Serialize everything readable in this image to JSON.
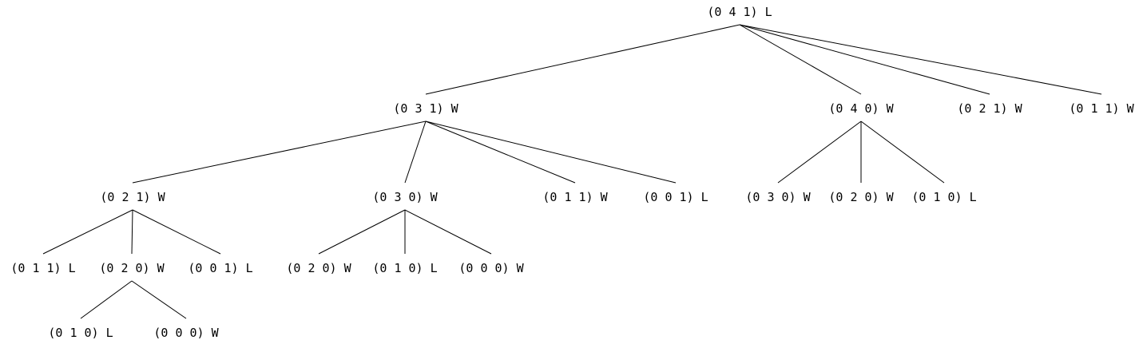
{
  "tree": {
    "nodes": [
      {
        "id": "n0",
        "label": "(0 4 1) L"
      },
      {
        "id": "n1",
        "label": "(0 3 1) W"
      },
      {
        "id": "n2",
        "label": "(0 4 0) W"
      },
      {
        "id": "n3",
        "label": "(0 2 1) W"
      },
      {
        "id": "n4",
        "label": "(0 1 1) W"
      },
      {
        "id": "n5",
        "label": "(0 2 1) W"
      },
      {
        "id": "n6",
        "label": "(0 3 0) W"
      },
      {
        "id": "n7",
        "label": "(0 1 1) W"
      },
      {
        "id": "n8",
        "label": "(0 0 1) L"
      },
      {
        "id": "n9",
        "label": "(0 3 0) W"
      },
      {
        "id": "n10",
        "label": "(0 2 0) W"
      },
      {
        "id": "n11",
        "label": "(0 1 0) L"
      },
      {
        "id": "n12",
        "label": "(0 1 1) L"
      },
      {
        "id": "n13",
        "label": "(0 2 0) W"
      },
      {
        "id": "n14",
        "label": "(0 0 1) L"
      },
      {
        "id": "n15",
        "label": "(0 2 0) W"
      },
      {
        "id": "n16",
        "label": "(0 1 0) L"
      },
      {
        "id": "n17",
        "label": "(0 0 0) W"
      },
      {
        "id": "n18",
        "label": "(0 1 0) L"
      },
      {
        "id": "n19",
        "label": "(0 0 0) W"
      }
    ],
    "edges": [
      [
        "n0",
        "n1"
      ],
      [
        "n0",
        "n2"
      ],
      [
        "n0",
        "n3"
      ],
      [
        "n0",
        "n4"
      ],
      [
        "n1",
        "n5"
      ],
      [
        "n1",
        "n6"
      ],
      [
        "n1",
        "n7"
      ],
      [
        "n1",
        "n8"
      ],
      [
        "n2",
        "n9"
      ],
      [
        "n2",
        "n10"
      ],
      [
        "n2",
        "n11"
      ],
      [
        "n5",
        "n12"
      ],
      [
        "n5",
        "n13"
      ],
      [
        "n5",
        "n14"
      ],
      [
        "n6",
        "n15"
      ],
      [
        "n6",
        "n16"
      ],
      [
        "n6",
        "n17"
      ],
      [
        "n13",
        "n18"
      ],
      [
        "n13",
        "n19"
      ]
    ]
  }
}
